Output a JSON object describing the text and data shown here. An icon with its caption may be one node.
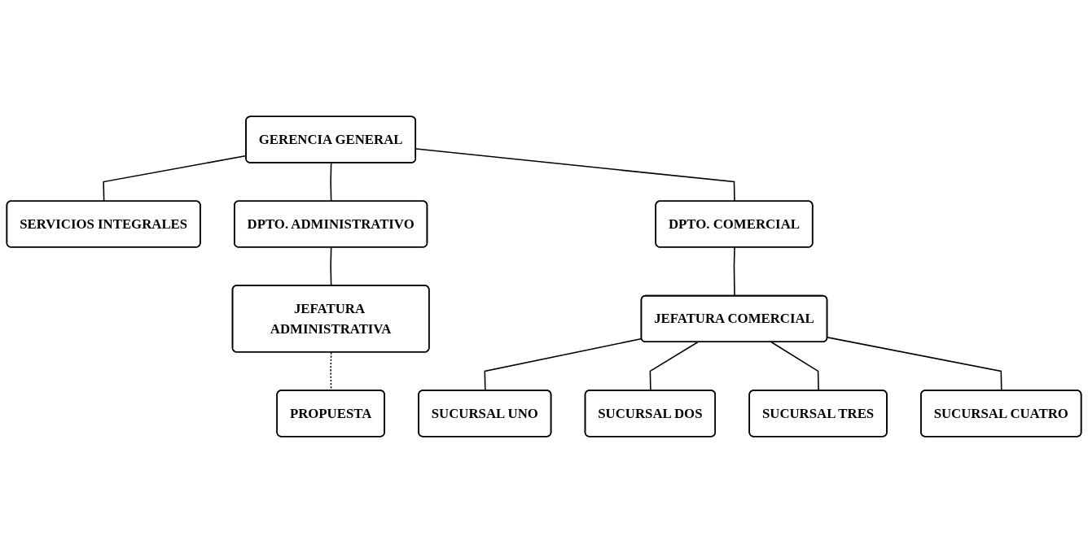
{
  "diagram": {
    "nodes": [
      {
        "text": [
          "GERENCIA GENERAL"
        ]
      },
      {
        "text": [
          "SERVICIOS INTEGRALES"
        ]
      },
      {
        "text": [
          "DPTO. ADMINISTRATIVO"
        ]
      },
      {
        "text": [
          "DPTO. COMERCIAL"
        ]
      },
      {
        "text": [
          "JEFATURA ADMINISTRATIVA"
        ]
      },
      {
        "text": [
          "PROPUESTA"
        ]
      },
      {
        "text": [
          "JEFATURA COMERCIAL"
        ]
      },
      {
        "text": [
          "SUCURSAL UNO"
        ]
      },
      {
        "text": [
          "SUCURSAL DOS"
        ]
      },
      {
        "text": [
          "SUCURSAL TRES"
        ]
      },
      {
        "text": [
          "SUCURSAL CUATRO"
        ]
      }
    ],
    "edges": [
      {
        "from": 0,
        "to": 1,
        "arrow": "none"
      },
      {
        "from": 0,
        "to": 2,
        "arrow": "none"
      },
      {
        "from": 0,
        "to": 3,
        "arrow": "none"
      },
      {
        "from": 2,
        "to": 4,
        "arrow": "none"
      },
      {
        "from": 4,
        "to": 5,
        "arrow": "none",
        "style": "dashed"
      },
      {
        "from": 3,
        "to": 6,
        "arrow": "none"
      },
      {
        "from": 6,
        "to": 7,
        "arrow": "none"
      },
      {
        "from": 6,
        "to": 8,
        "arrow": "none"
      },
      {
        "from": 6,
        "to": 9,
        "arrow": "none"
      },
      {
        "from": 6,
        "to": 10,
        "arrow": "none"
      }
    ]
  }
}
